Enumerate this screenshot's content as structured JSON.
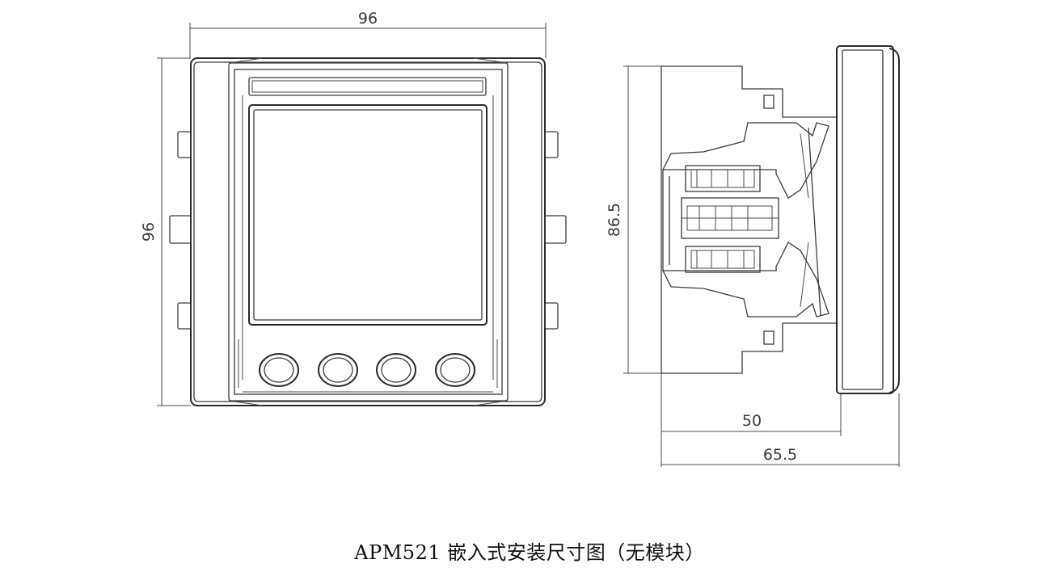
{
  "caption": "APM521 嵌入式安装尺寸图（无模块）",
  "front_view": {
    "width_label": "96",
    "height_label": "96",
    "button_count": 4
  },
  "side_view": {
    "height_label": "86.5",
    "depth_label": "50",
    "total_depth_label": "65.5"
  }
}
